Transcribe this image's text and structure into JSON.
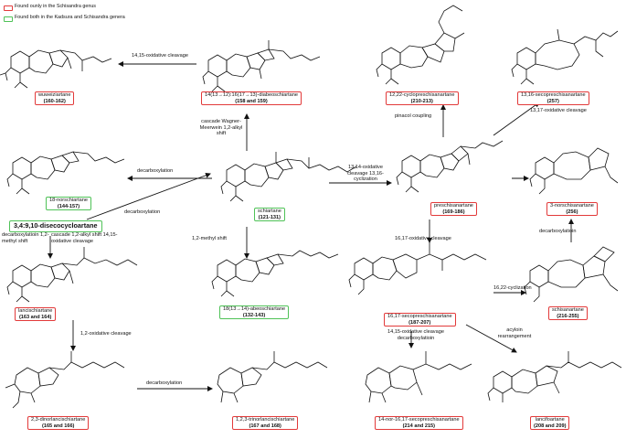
{
  "legend": {
    "red": "Found ounly in the Schisandra genus",
    "green": "Found both in the Kadsura and Schisandra genera",
    "red_color": "#e23a3a",
    "green_color": "#4fc257"
  },
  "compounds": {
    "wuweiziartane": {
      "name": "wuweiziartane",
      "ids": "(160-162)"
    },
    "diabeo": {
      "name": "14(13→12):16(17→13)-diabeoschiartane",
      "ids": "(158 and 159)"
    },
    "cyclopreschisanartane": {
      "name": "12,22-cyclopreschisanartane",
      "ids": "(210-213)"
    },
    "secopreschisanartane1316": {
      "name": "13,16-secopreschisanartane",
      "ids": "(257)"
    },
    "norschiartane": {
      "name": "18-norschiartane",
      "ids": "(144-157)"
    },
    "schiartane": {
      "name": "schiartane",
      "ids": "(121-131)"
    },
    "preschisanartane": {
      "name": "preschisanartane",
      "ids": "(169-186)"
    },
    "norschisanartane": {
      "name": "3-norschisanartane",
      "ids": "(256)"
    },
    "disecocycloartane": {
      "name": "3,4:9,10-disecocycloartane"
    },
    "lancischiartane": {
      "name": "lancischiartane",
      "ids": "(163 and 164)"
    },
    "abeoschiartane": {
      "name": "18(13→14)-abeoschiartane",
      "ids": "(132-143)"
    },
    "secopreschisanartane1617": {
      "name": "16,17-secopreschisanartane",
      "ids": "(187-207)"
    },
    "schisanartane": {
      "name": "schisanartane",
      "ids": "(216-255)"
    },
    "dinorlancischiartane": {
      "name": "2,3-dinorlancischiartane",
      "ids": "(165 and 166)"
    },
    "trinorlancischiartane": {
      "name": "1,2,3-trinorlancischiartane",
      "ids": "(167 and 168)"
    },
    "nor14secopreschisanartane": {
      "name": "14-nor-16,17-secopreschisanartane",
      "ids": "(214 and 215)"
    },
    "lancifoartane": {
      "name": "lancifoartane",
      "ids": "(208 and 209)"
    }
  },
  "arrows": {
    "a1": "14,15-oxidative cleavage",
    "a2": "cascade Wagner-Meerwein 1,2-alkyl shift",
    "a3": "pinacol coupling",
    "a4": "13,17-oxidative cleavage",
    "a5": "decarboxylation",
    "a6": "decarboxylation",
    "a7": "13,14-oxidative cleavage 13,16-cyclization",
    "a8": "decarboxylatioin 1,2-methyl shift",
    "a9": "cascade 1,2-alkyl shift 14,15-oxidative cleavage",
    "a10": "1,2-methyl shift",
    "a11": "16,17-oxidative cleavage",
    "a12": "decarboxylatioin",
    "a13": "16,22-cyclization",
    "a14": "1,2-oxidative cleavage",
    "a15": "decarboxylation",
    "a16": "14,15-oxidative cleavage decarboxylatioin",
    "a17": "acyloin rearrangement"
  }
}
